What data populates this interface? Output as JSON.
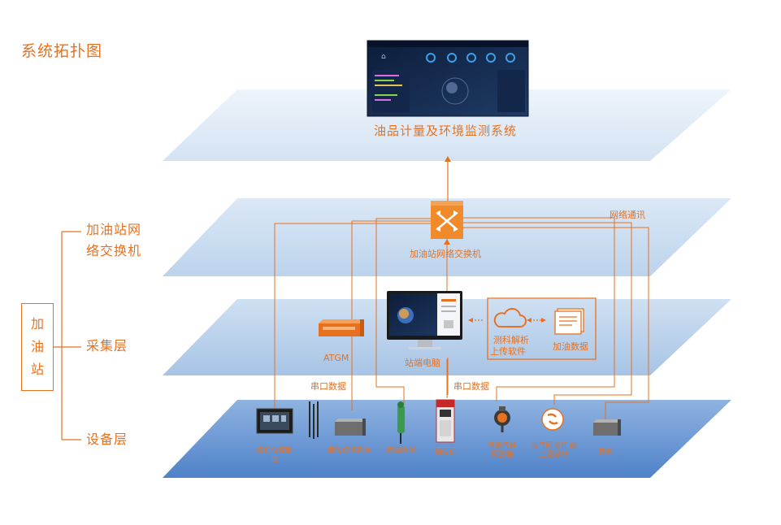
{
  "title": "系统拓扑图",
  "station_box": [
    "加",
    "油",
    "站"
  ],
  "side_labels": {
    "switch_layer": [
      "加油站网",
      "络交换机"
    ],
    "collect_layer": "采集层",
    "device_layer": "设备层"
  },
  "top_layer": {
    "system_name": "油品计量及环境监测系统"
  },
  "switch_layer": {
    "switch_label": "加油站网络交换机",
    "network_label": "网络通讯"
  },
  "collect_layer": {
    "atgm_label": "ATGM",
    "pc_label": "站端电脑",
    "software_label": [
      "测科解析",
      "上传软件"
    ],
    "data_label": "加油数据",
    "serial_left": "串口数据",
    "serial_right": "串口数据"
  },
  "device_layer": {
    "devices": [
      {
        "label": "液位仪控制台"
      },
      {
        "label": ""
      },
      {
        "label": "液位仪控制台"
      },
      {
        "label": "渗漏检测"
      },
      {
        "label": "加油机"
      },
      {
        "label": "可燃气体 探测器"
      },
      {
        "label": "油气回收在 线监测系统"
      },
      {
        "label": "其他"
      }
    ]
  },
  "colors": {
    "accent": "#e8711f",
    "layer_light": "#d6e4f2",
    "layer_mid": "#bcd3ea",
    "layer_blue": "#a9c7e6",
    "layer_dark": "#5f8fcf"
  }
}
